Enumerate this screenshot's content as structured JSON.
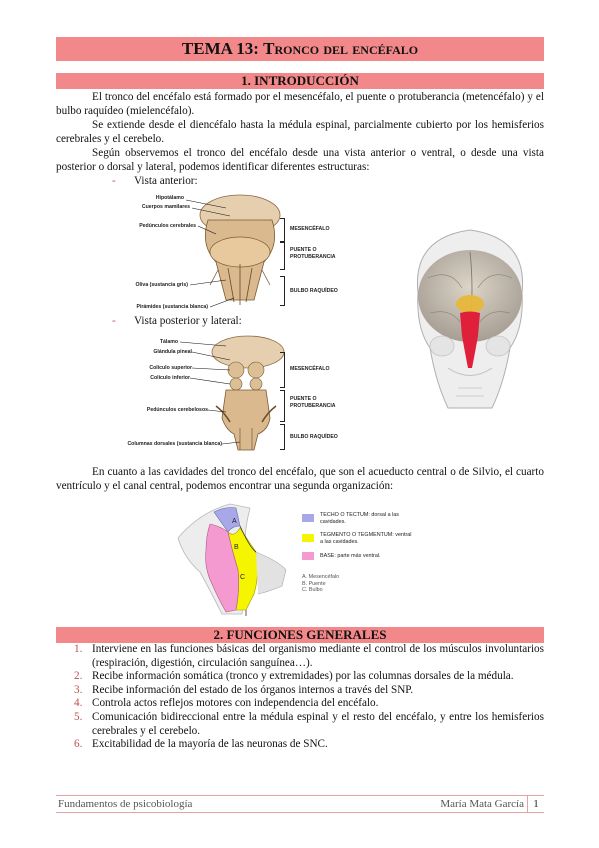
{
  "title": {
    "main": "TEMA 13: ",
    "rest": "Tronco del encéfalo"
  },
  "sections": {
    "s1": "1. INTRODUCCIÓN",
    "s2": "2. FUNCIONES GENERALES"
  },
  "intro": {
    "p1": "El tronco del encéfalo está formado por el mesencéfalo, el puente o protuberancia (metencéfalo) y el bulbo raquídeo (mielencéfalo).",
    "p2": "Se extiende desde el diencéfalo hasta la médula espinal, parcialmente cubierto por los hemisferios cerebrales y el cerebelo.",
    "p3": "Según observemos el tronco del encéfalo desde una vista anterior o ventral, o desde una vista posterior o dorsal y lateral, podemos identificar diferentes estructuras:",
    "bullet1": "Vista anterior:",
    "bullet2": "Vista posterior y lateral:",
    "p4": "En cuanto a las cavidades del tronco del encéfalo, que son el acueducto central o de Silvio, el cuarto ventrículo y el canal central, podemos encontrar una segunda organización:",
    "dash": "-"
  },
  "fig_anterior": {
    "labels_left": [
      "Hipotálamo",
      "Cuerpos mamilares",
      "Pedúnculos cerebrales",
      "Oliva (sustancia gris)",
      "Pirámides (sustancia blanca)"
    ],
    "labels_right": [
      "MESENCÉFALO",
      "PUENTE O",
      "PROTUBERANCIA",
      "BULBO RAQUÍDEO"
    ]
  },
  "fig_posterior": {
    "labels_left": [
      "Tálamo",
      "Glándula pineal",
      "Colículo superior",
      "Colículo inferior",
      "Pedúnculos cerebelosos",
      "Columnas dorsales (sustancia blanca)"
    ],
    "labels_right": [
      "MESENCÉFALO",
      "PUENTE O",
      "PROTUBERANCIA",
      "BULBO RAQUÍDEO"
    ]
  },
  "fig_sagittal": {
    "letters": [
      "A",
      "B",
      "C"
    ],
    "legend": [
      {
        "color": "#a8a8e8",
        "text1": "TECHO O TECTUM: dorsal a las",
        "text2": "cavidades."
      },
      {
        "color": "#f5f500",
        "text1": "TEGMENTO O TEGMENTUM: ventral",
        "text2": "a las cavidades."
      },
      {
        "color": "#f59ad0",
        "text1": "BASE: parte más ventral.",
        "text2": ""
      }
    ],
    "key": [
      "A. Mesencéfalo",
      "B. Puente",
      "C. Bulbo"
    ]
  },
  "functions": [
    {
      "num": "1.",
      "text": "Interviene en las funciones básicas del organismo mediante el control de los músculos involuntarios (respiración, digestión, circulación sanguínea…)."
    },
    {
      "num": "2.",
      "text": "Recibe información somática (tronco y extremidades) por las columnas dorsales de la médula."
    },
    {
      "num": "3.",
      "text": "Recibe información del estado de los órganos internos a través del SNP."
    },
    {
      "num": "4.",
      "text": "Controla actos reflejos motores con independencia del encéfalo."
    },
    {
      "num": "5.",
      "text": "Comunicación bidireccional entre la médula espinal y el resto del encéfalo, y entre los hemisferios cerebrales y el cerebelo."
    },
    {
      "num": "6.",
      "text": "Excitabilidad de la mayoría de las neuronas de SNC."
    }
  ],
  "footer": {
    "left": "Fundamentos de psicobiología",
    "right": "María Mata García",
    "page": "1"
  },
  "colors": {
    "accent": "#f2888a",
    "list_number": "#c0504d"
  }
}
